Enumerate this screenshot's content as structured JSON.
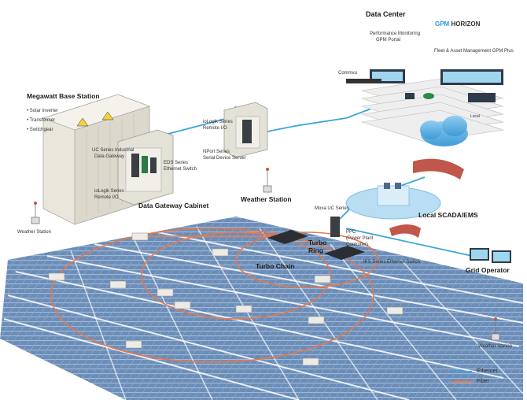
{
  "labels": {
    "data_center": "Data Center",
    "gpm_brand_a": "GPM",
    "gpm_brand_b": "HORIZON",
    "perf_monitoring_1": "Performance Monitoring",
    "perf_monitoring_2": "GPM Portal",
    "fleet_mgmt": "Fleet & Asset Management GPM Plus",
    "commvu": "Commvu",
    "megawatt_title": "Megawatt Base Station",
    "bullet_solar": "Solar Inverter",
    "bullet_transformer": "Transformer",
    "bullet_switchgear": "Switchgear",
    "uc_industrial_1": "UC Series Industrial",
    "uc_industrial_2": "Data Gateway",
    "eds_1": "EDS Series",
    "eds_2": "Ethernet Switch",
    "iologik_top_1": "ioLogik Series",
    "iologik_top_2": "Remote I/O",
    "nport_1": "NPort Series",
    "nport_2": "Serial Device Server",
    "iologik_bottom_1": "ioLogik Series",
    "iologik_bottom_2": "Remote I/O",
    "data_gateway_cabinet": "Data Gateway Cabinet",
    "weather_station_bold": "Weather Station",
    "weather_station_left": "Weather Station",
    "weather_station_right": "Weather Station",
    "local_scada": "Local SCADA/EMS",
    "moxa_uc": "Moxa UC Series",
    "ppc_1": "PPC",
    "ppc_2": "(Power Plant",
    "ppc_3": "Controller)",
    "turbo_ring_1": "Turbo",
    "turbo_ring_2": "Ring",
    "turbo_chain": "Turbo Chain",
    "iks_switch": "IKS Series Ethernet Switch",
    "grid_operator": "Grid Operator",
    "legend_ethernet": "Ethernet",
    "legend_fiber": "Fiber",
    "server_rack": "Local"
  },
  "colors": {
    "ethernet": "#3aa6dd",
    "fiber": "#e8774a",
    "panel": "#5a7fae",
    "panel_dark": "#3e5f8e",
    "cabinet": "#e8e4d8",
    "cloud": "#5aaedf",
    "brick": "#c0574a"
  }
}
